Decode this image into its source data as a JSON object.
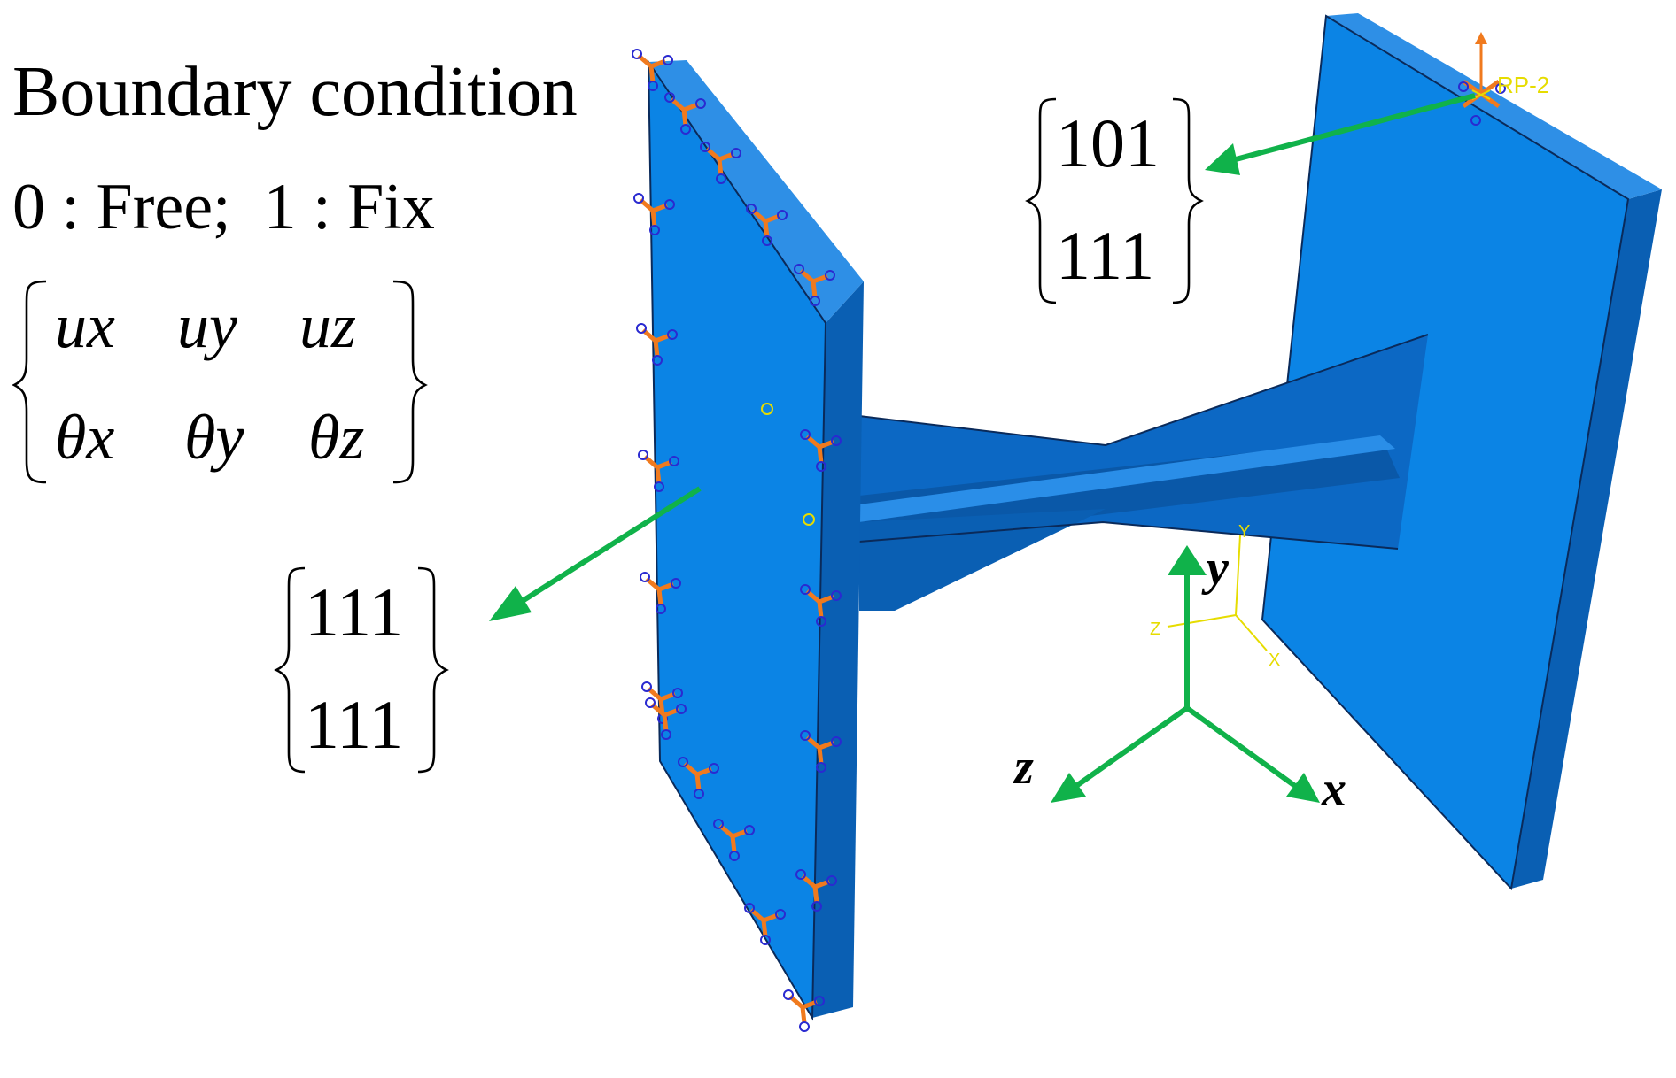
{
  "legend": {
    "title": "Boundary condition",
    "definition": "0 : Free;  1 : Fix",
    "matrix": {
      "row1": [
        "ux",
        "uy",
        "uz"
      ],
      "row2": [
        "θx",
        "θy",
        "θz"
      ]
    }
  },
  "conditions": {
    "left_plate": {
      "row1": "111",
      "row2": "111"
    },
    "right_plate": {
      "row1": "101",
      "row2": "111"
    }
  },
  "reference_point": "RP-2",
  "triad_small": {
    "y": "Y",
    "z": "Z",
    "x": "X"
  },
  "axes": {
    "y": "y",
    "z": "z",
    "x": "x"
  },
  "colors": {
    "plate_face": "#0b84e5",
    "plate_side": "#0a5fb3",
    "beam": "#0c68c4",
    "arrow": "#10b24a",
    "constraint_orange": "#f07a1e",
    "constraint_blue": "#2a2ad0",
    "triad_yellow": "#e6dc00"
  },
  "icons": [
    "boundary-constraint-icon",
    "reference-point-icon"
  ]
}
